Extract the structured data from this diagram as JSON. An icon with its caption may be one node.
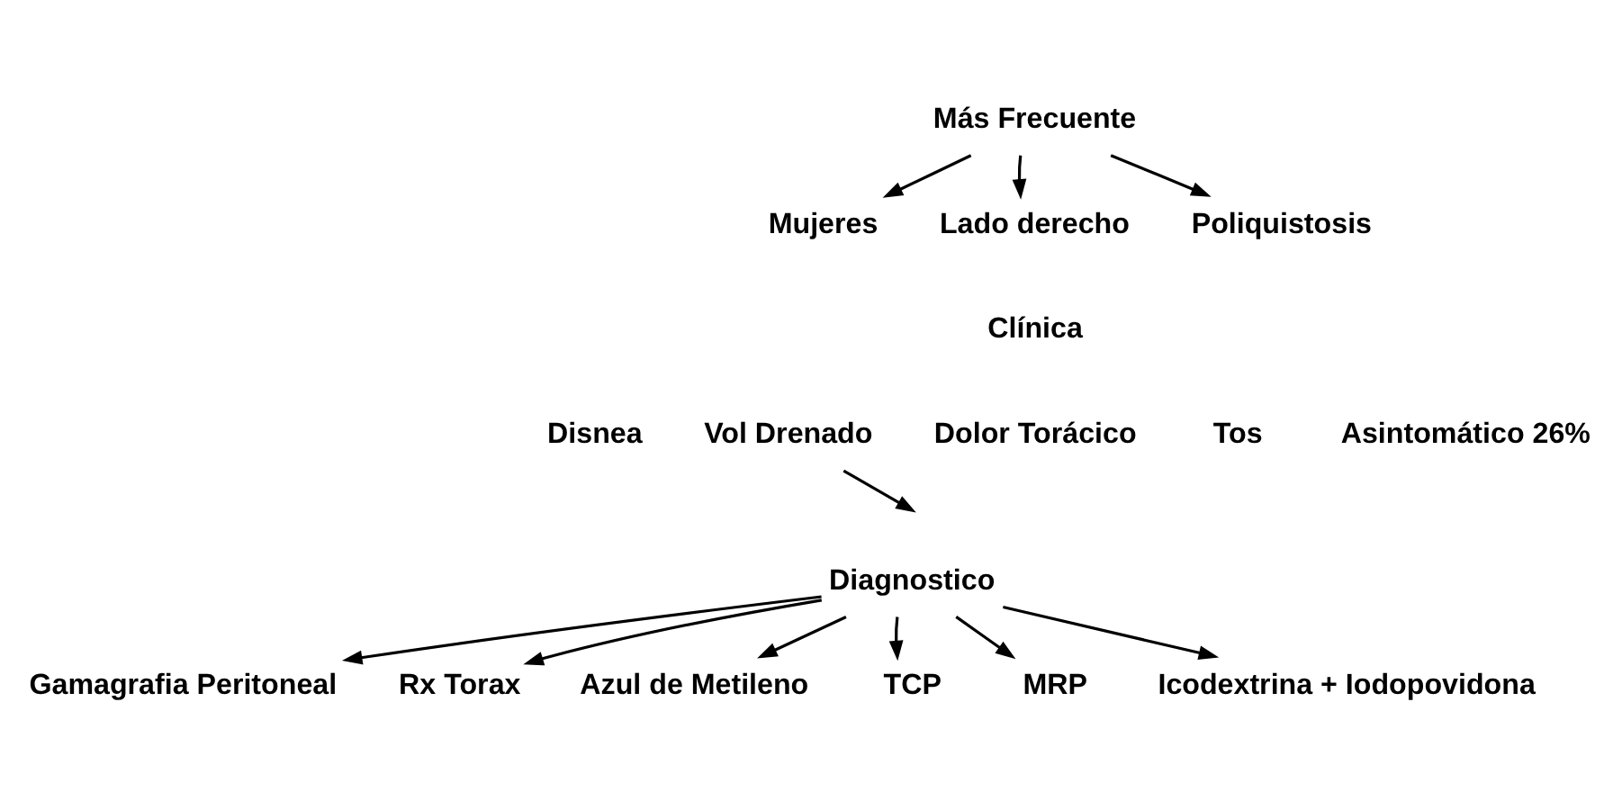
{
  "diagram": {
    "nodes": [
      {
        "text": [
          "Más Frecuente"
        ]
      },
      {
        "text": [
          "Mujeres"
        ]
      },
      {
        "text": [
          "Lado derecho"
        ]
      },
      {
        "text": [
          "Poliquistosis"
        ]
      },
      {
        "text": [
          "Vol Drenado"
        ]
      },
      {
        "text": [
          "Diagnostico"
        ]
      },
      {
        "text": [
          "Gamagrafia Peritoneal"
        ]
      },
      {
        "text": [
          "Rx Torax"
        ]
      },
      {
        "text": [
          "Azul de Metileno"
        ]
      },
      {
        "text": [
          "TCP"
        ]
      },
      {
        "text": [
          "MRP"
        ]
      },
      {
        "text": [
          "Icodextrina + Iodopovidona"
        ]
      }
    ],
    "edges": [
      {
        "from": 0,
        "to": 1,
        "arrow": "to"
      },
      {
        "from": 0,
        "to": 2,
        "arrow": "to"
      },
      {
        "from": 0,
        "to": 3,
        "arrow": "to"
      },
      {
        "from": 4,
        "to": null,
        "arrow": "to"
      },
      {
        "from": 5,
        "to": 6,
        "arrow": "to"
      },
      {
        "from": 5,
        "to": 7,
        "arrow": "to"
      },
      {
        "from": 5,
        "to": 8,
        "arrow": "to"
      },
      {
        "from": 5,
        "to": 9,
        "arrow": "to"
      },
      {
        "from": 5,
        "to": 10,
        "arrow": "to"
      },
      {
        "from": 5,
        "to": 11,
        "arrow": "to"
      }
    ],
    "labels": [
      "Clínica",
      "Disnea",
      "Dolor Torácico",
      "Tos",
      "Asintomático 26%"
    ]
  }
}
